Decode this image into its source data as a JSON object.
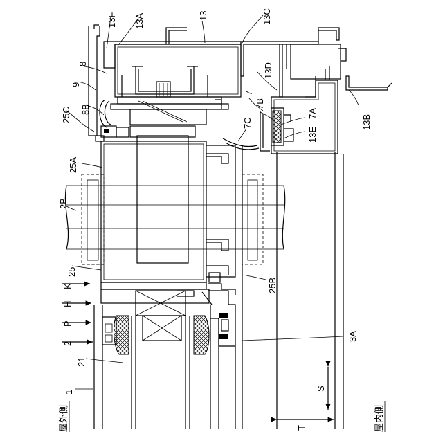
{
  "labels": {
    "l_13F": "13F",
    "l_13A": "13A",
    "l_13": "13",
    "l_13C": "13C",
    "l_8": "8",
    "l_9": "9",
    "l_25C": "25C",
    "l_8B": "8B",
    "l_13D": "13D",
    "l_7": "7",
    "l_7B": "7B",
    "l_7A": "7A",
    "l_7C": "7C",
    "l_13E": "13E",
    "l_13B": "13B",
    "l_25A": "25A",
    "l_2B": "2B",
    "l_25": "25",
    "l_25B": "25B",
    "l_K": "K",
    "l_H": "H",
    "l_P": "P",
    "l_2": "2",
    "l_21": "21",
    "l_1": "1",
    "l_3A": "3A",
    "l_S": "S",
    "l_T": "T",
    "l_outdoor": "屋外側",
    "l_indoor": "屋内側"
  }
}
